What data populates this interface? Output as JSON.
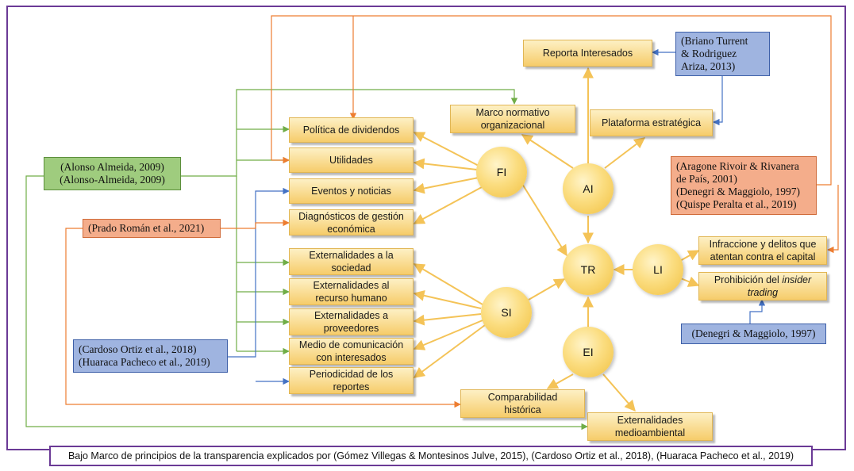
{
  "nodes": {
    "fi": "FI",
    "ai": "AI",
    "tr": "TR",
    "li": "LI",
    "si": "SI",
    "ei": "EI"
  },
  "boxes": {
    "reporta_interesados": "Reporta Interesados",
    "marco_normativo": [
      "Marco normativo",
      "organizacional"
    ],
    "plataforma_estrategica": "Plataforma estratégica",
    "politica_dividendos": "Política de dividendos",
    "utilidades": "Utilidades",
    "eventos_noticias": "Eventos y noticias",
    "diagnosticos": [
      "Diagnósticos de gestión",
      "económica"
    ],
    "ext_sociedad": [
      "Externalidades a la",
      "sociedad"
    ],
    "ext_recurso_humano": [
      "Externalidades al",
      "recurso humano"
    ],
    "ext_proveedores": [
      "Externalidades a",
      "proveedores"
    ],
    "medio_comunicacion": [
      "Medio de comunicación",
      "con interesados"
    ],
    "periodicidad": [
      "Periodicidad de los",
      "reportes"
    ],
    "comparabilidad": [
      "Comparabilidad",
      "histórica"
    ],
    "ext_medioambiental": [
      "Externalidades",
      "medioambiental"
    ],
    "infracciones": [
      "Infraccione y delitos que",
      "atentan contra el capital"
    ],
    "prohibicion_prefix": "Prohibición del ",
    "prohibicion_italic": "insider",
    "prohibicion_line2": "trading"
  },
  "refs": {
    "briano": [
      "(Briano Turrent",
      "& Rodriguez",
      "Ariza, 2013)"
    ],
    "alonso": [
      "(Alonso Almeida, 2009)",
      "(Alonso-Almeida, 2009)"
    ],
    "prado": "(Prado Román et al., 2021)",
    "cardoso": [
      "(Cardoso Ortiz et al., 2018)",
      "(Huaraca Pacheco et al., 2019)"
    ],
    "aragone": [
      "(Aragone Rivoir & Rivanera",
      "de País, 2001)",
      "(Denegri & Maggiolo, 1997)",
      "(Quispe Peralta et al., 2019)"
    ],
    "denegri": "(Denegri & Maggiolo, 1997)"
  },
  "caption": "Bajo Marco de principios de la transparencia explicados por (Gómez Villegas & Montesinos Julve, 2015), (Cardoso Ortiz et al., 2018), (Huaraca Pacheco et al., 2019)",
  "colors": {
    "green": "#70ad47",
    "blue": "#4472c4",
    "orange": "#ed7d31",
    "frame": "#6b3a96"
  }
}
